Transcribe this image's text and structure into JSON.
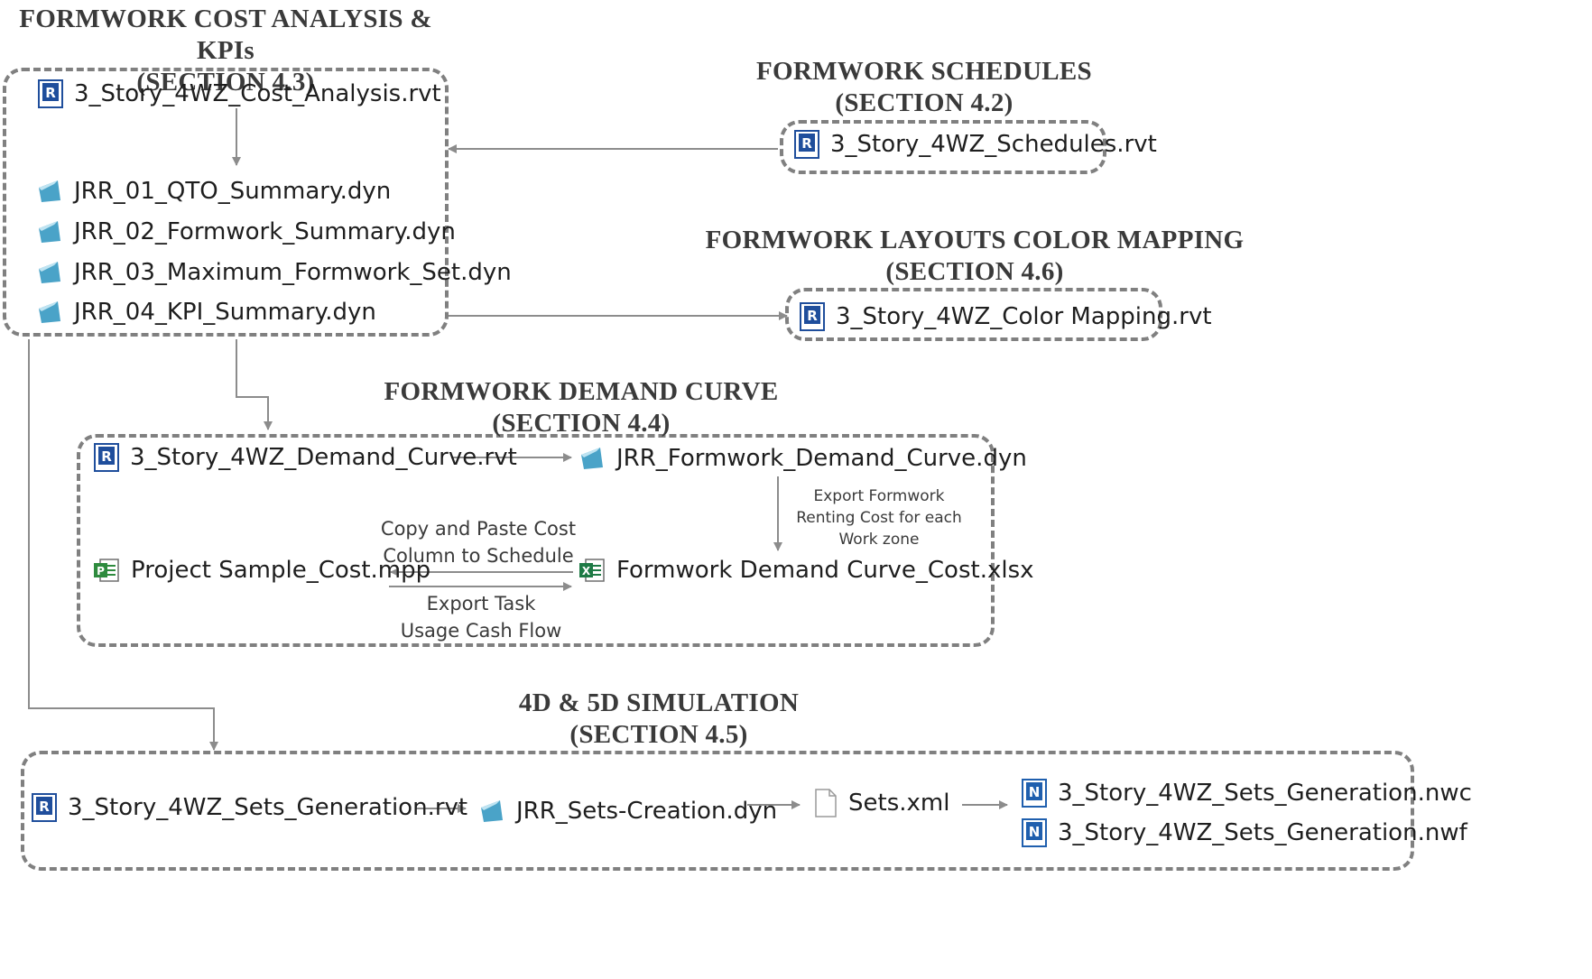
{
  "sections": {
    "cost": {
      "title": "FORMWORK COST ANALYSIS & KPIs",
      "section": "(SECTION 4.3)"
    },
    "schedules": {
      "title": "FORMWORK SCHEDULES",
      "section": "(SECTION 4.2)"
    },
    "colormap": {
      "title": "FORMWORK LAYOUTS COLOR MAPPING",
      "section": "(SECTION 4.6)"
    },
    "demand": {
      "title": "FORMWORK DEMAND CURVE",
      "section": "(SECTION 4.4)"
    },
    "sim": {
      "title": "4D & 5D SIMULATION",
      "section": "(SECTION 4.5)"
    }
  },
  "files": {
    "cost_rvt": "3_Story_4WZ_Cost_Analysis.rvt",
    "qto": "JRR_01_QTO_Summary.dyn",
    "formwork_summary": "JRR_02_Formwork_Summary.dyn",
    "max_set": "JRR_03_Maximum_Formwork_Set.dyn",
    "kpi": "JRR_04_KPI_Summary.dyn",
    "schedules_rvt": "3_Story_4WZ_Schedules.rvt",
    "colormap_rvt": "3_Story_4WZ_Color Mapping.rvt",
    "demand_rvt": "3_Story_4WZ_Demand_Curve.rvt",
    "demand_dyn": "JRR_Formwork_Demand_Curve.dyn",
    "mpp": "Project Sample_Cost.mpp",
    "xlsx": "Formwork Demand Curve_Cost.xlsx",
    "sets_rvt": "3_Story_4WZ_Sets_Generation.rvt",
    "sets_dyn": "JRR_Sets-Creation.dyn",
    "sets_xml": "Sets.xml",
    "nwc": "3_Story_4WZ_Sets_Generation.nwc",
    "nwf": "3_Story_4WZ_Sets_Generation.nwf"
  },
  "labels": {
    "copy_paste": [
      "Copy and Paste Cost",
      "Column to Schedule"
    ],
    "export_task": [
      "Export Task",
      "Usage Cash Flow"
    ],
    "export_formwork": [
      "Export Formwork",
      "Renting Cost for each",
      "Work zone"
    ]
  },
  "icons": {
    "revit": {
      "name": "revit-file-icon",
      "letter": "R",
      "color": "#1f4e9c"
    },
    "navis": {
      "name": "navisworks-file-icon",
      "letter": "N",
      "color": "#1f5fae"
    },
    "project": {
      "name": "ms-project-file-icon",
      "letter": "P",
      "color": "#2e8b3e"
    },
    "excel": {
      "name": "excel-file-icon",
      "letter": "X",
      "color": "#1e7a45"
    },
    "dynamo": {
      "name": "dynamo-script-icon",
      "color": "#4aa3c8"
    },
    "xml": {
      "name": "document-file-icon",
      "color": "#9a9a9a"
    }
  },
  "colors": {
    "border": "#808080",
    "arrow": "#8c8c8c",
    "text": "#1e1e1e"
  }
}
